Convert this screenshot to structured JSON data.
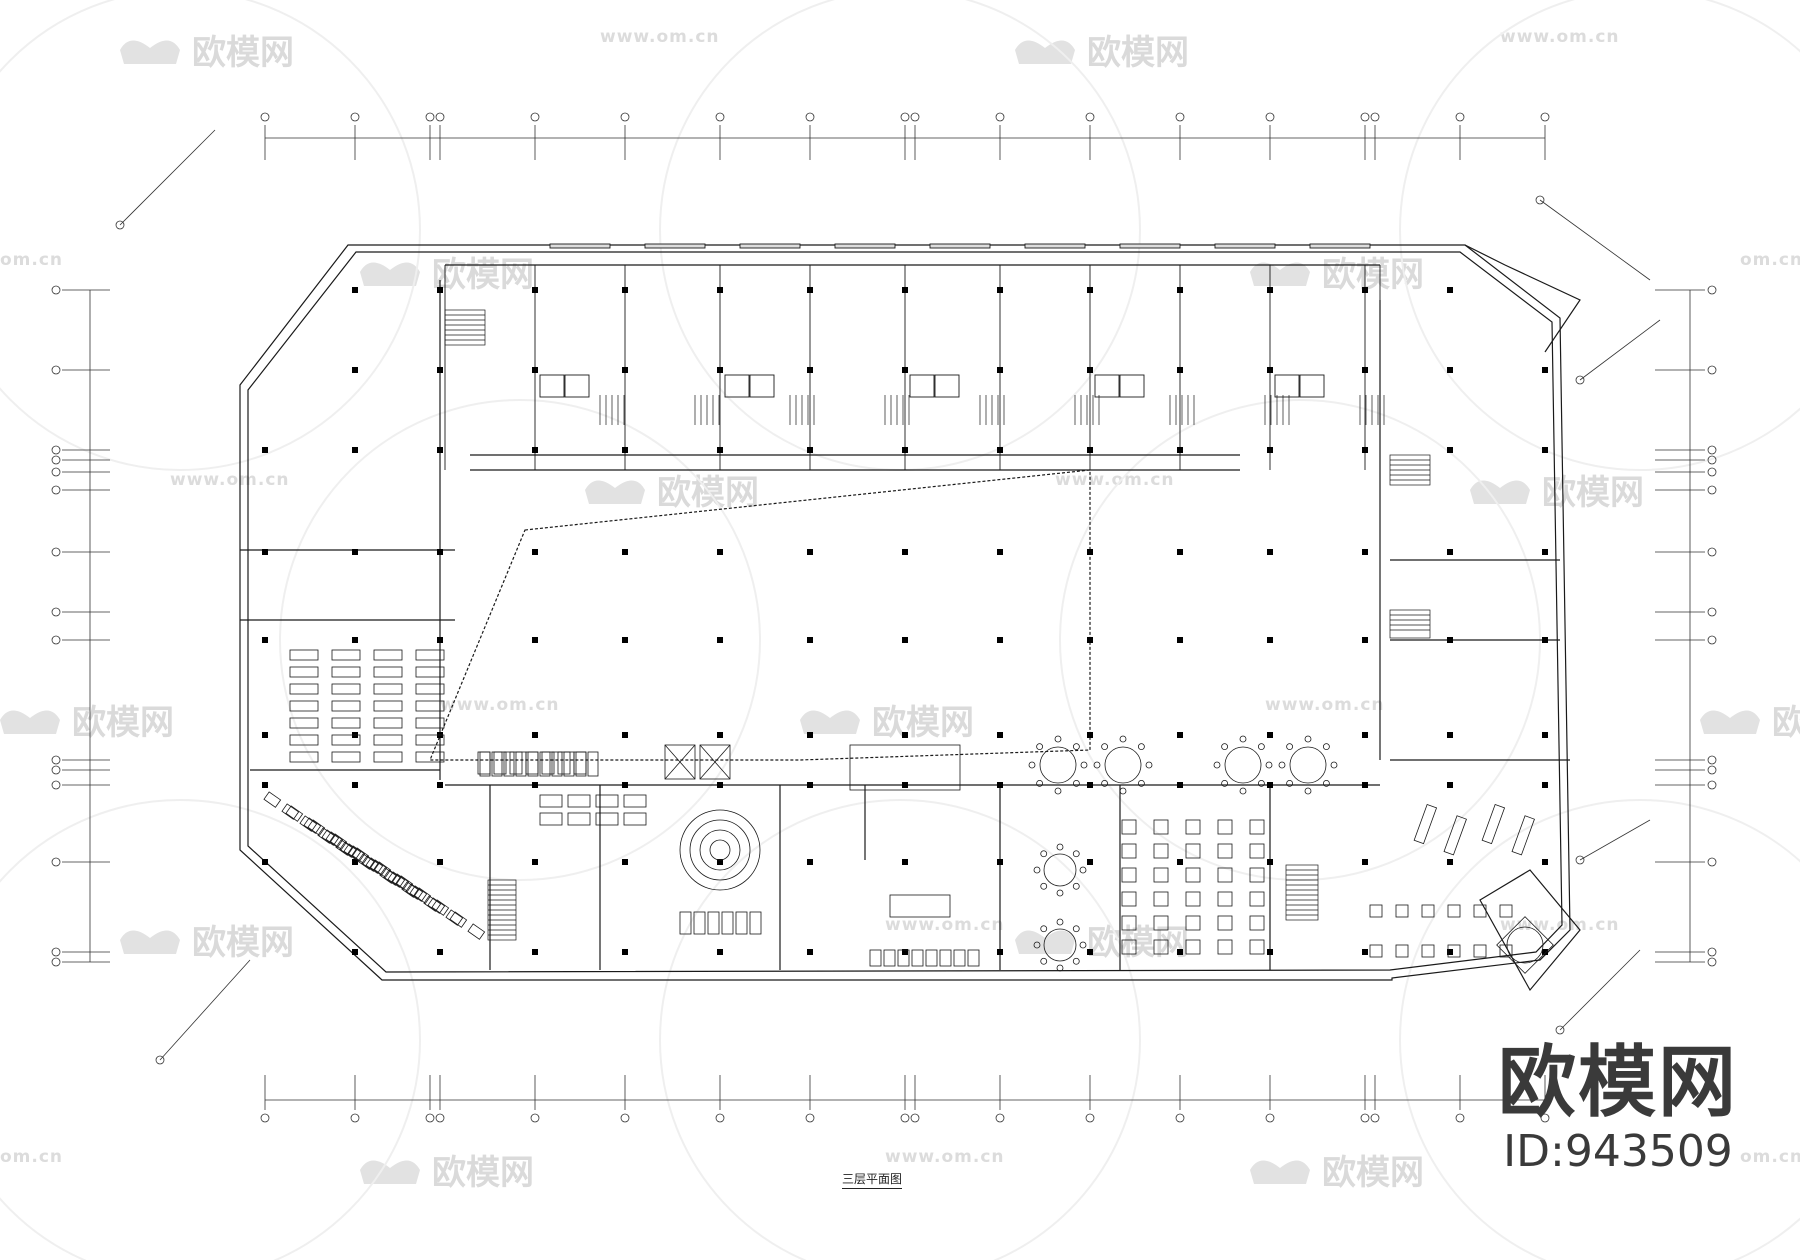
{
  "drawing": {
    "title": "三层平面图"
  },
  "watermark": {
    "brand": "欧模网",
    "url": "www.om.cn",
    "url_short": "om.cn"
  },
  "brand_badge": {
    "name": "欧模网",
    "id": "ID:943509"
  },
  "colors": {
    "line": "#1a1a1a",
    "column": "#000000",
    "watermark": "#d8d8d8",
    "background": "#ffffff"
  }
}
